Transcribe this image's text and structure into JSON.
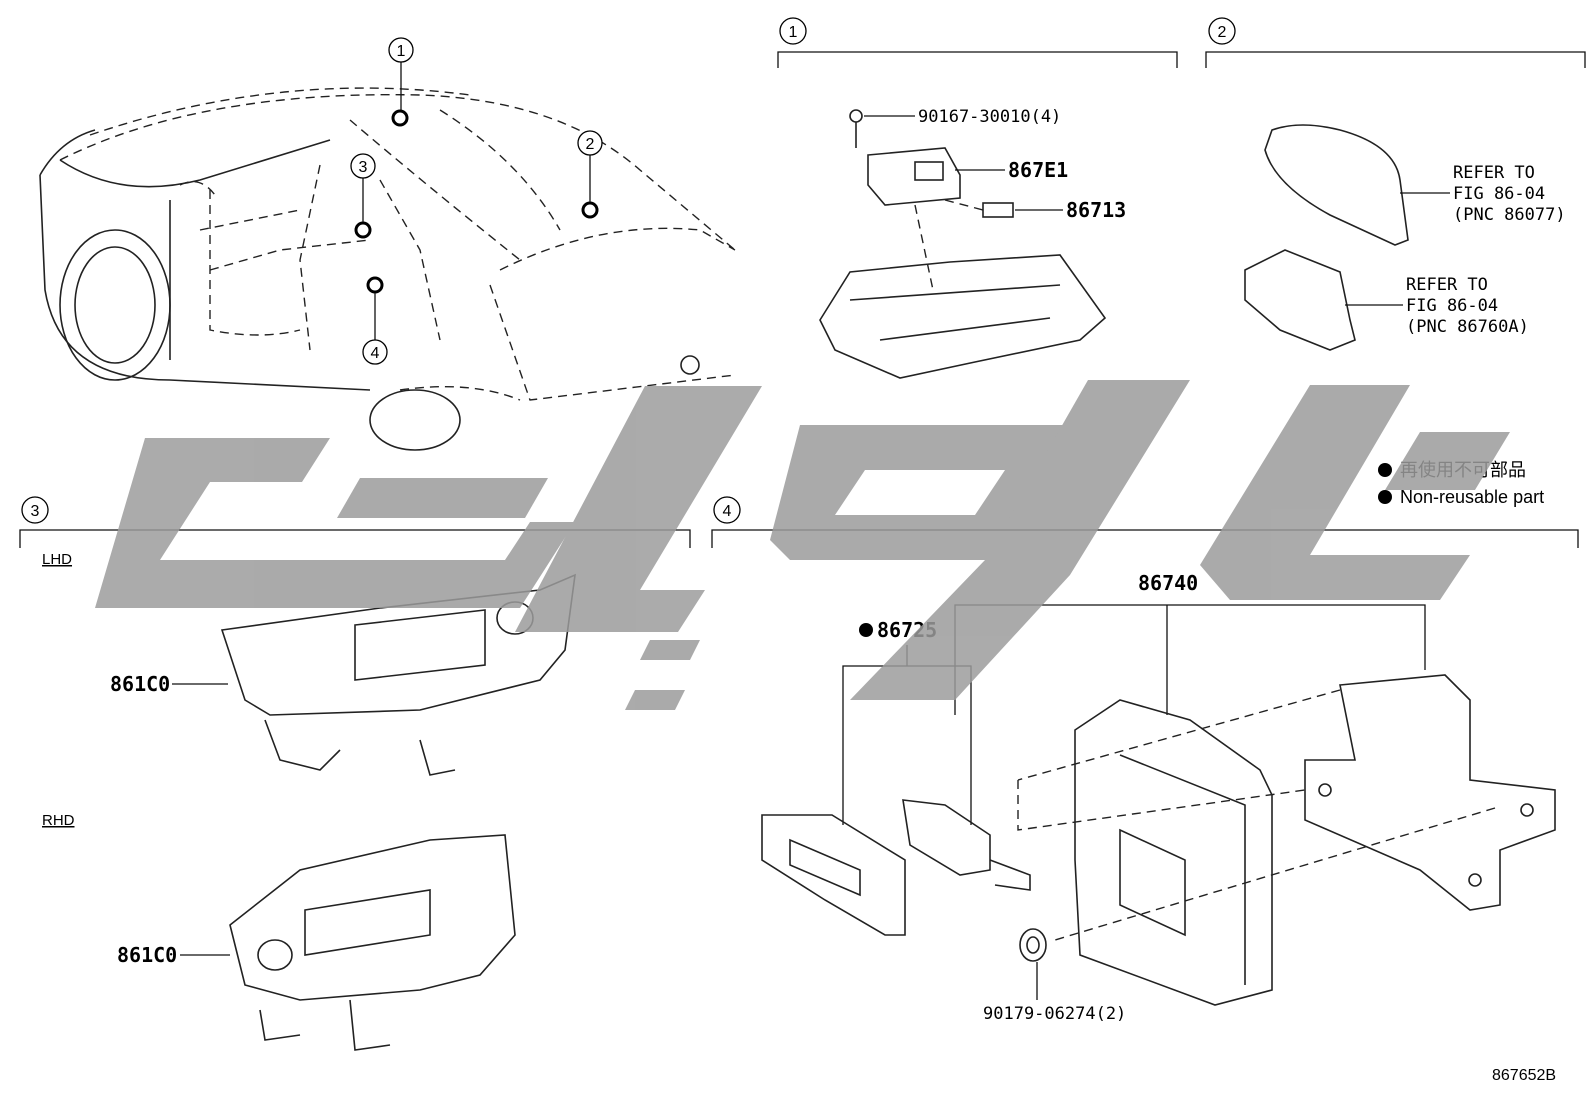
{
  "diagram_code": "867652B",
  "legend": {
    "jp": "再使用不可部品",
    "en": "Non-reusable part"
  },
  "markers": [
    "1",
    "2",
    "3",
    "4"
  ],
  "sections": {
    "s1": {
      "id": "1",
      "parts": [
        "90167-30010(4)",
        "867E1",
        "86713"
      ]
    },
    "s2": {
      "id": "2",
      "refs": [
        {
          "line1": "REFER TO",
          "line2": "FIG 86-04",
          "line3": "(PNC 86077)"
        },
        {
          "line1": "REFER TO",
          "line2": "FIG 86-04",
          "line3": "(PNC 86760A)"
        }
      ]
    },
    "s3": {
      "id": "3",
      "lhd_label": "LHD",
      "rhd_label": "RHD",
      "lhd_part": "861C0",
      "rhd_part": "861C0"
    },
    "s4": {
      "id": "4",
      "parts": {
        "main": "86740",
        "nonreusable": "86725",
        "clip": "90179-06274(2)"
      }
    }
  },
  "watermark_color": "#9c9c9c"
}
